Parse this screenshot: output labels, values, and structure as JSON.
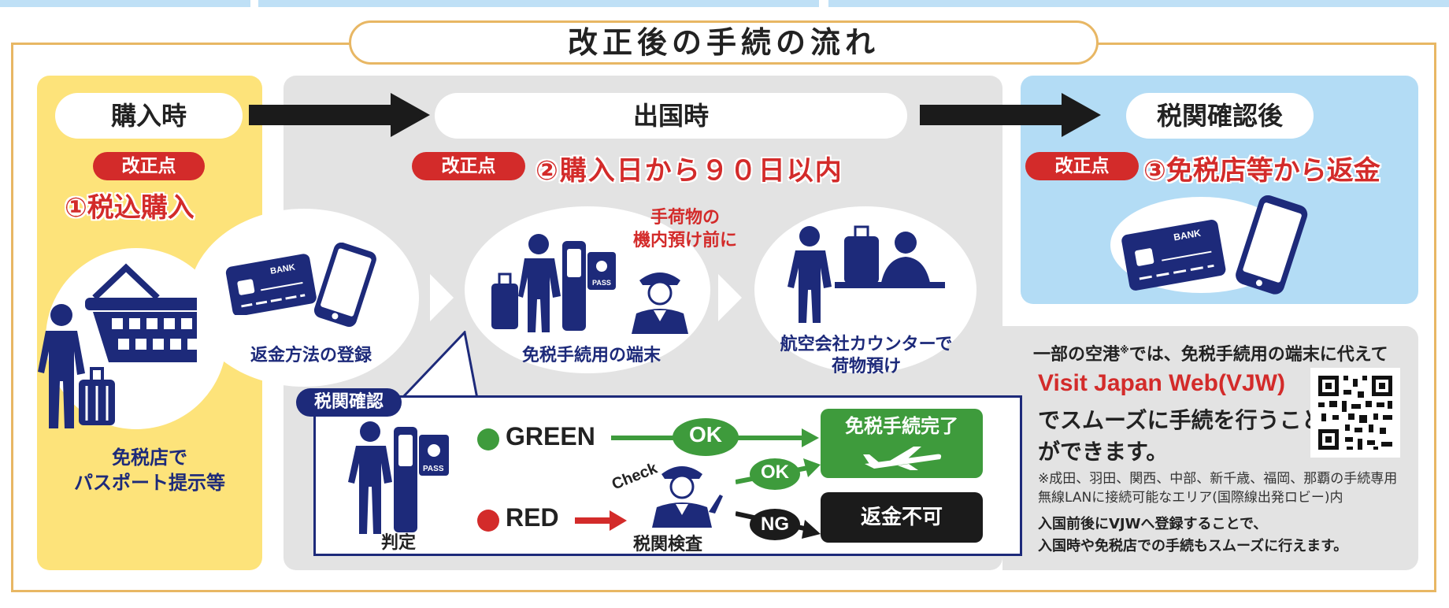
{
  "title": "改正後の手続の流れ",
  "stages": {
    "purchase": {
      "label": "購入時",
      "tag": "改正点",
      "point": "①税込購入"
    },
    "departure": {
      "label": "出国時",
      "tag": "改正点",
      "point": "②購入日から９０日以内"
    },
    "after_customs": {
      "label": "税関確認後",
      "tag": "改正点",
      "point": "③免税店等から返金"
    }
  },
  "purchase_panel": {
    "caption_line1": "免税店で",
    "caption_line2": "パスポート提示等",
    "refund_registration": "返金方法の登録",
    "bank_card_text": "BANK"
  },
  "departure_panel": {
    "kiosk_label": "免税手続用の端末",
    "pass_text": "PASS",
    "before_checkin_line1": "手荷物の",
    "before_checkin_line2": "機内預け前に",
    "counter_label_line1": "航空会社カウンターで",
    "counter_label_line2": "荷物預け"
  },
  "customs_box": {
    "tag": "税関確認",
    "judgement_label": "判定",
    "green_label": "GREEN",
    "red_label": "RED",
    "ok1": "OK",
    "ok2": "OK",
    "ng": "NG",
    "check_text": "Check",
    "inspection_label": "税関検査",
    "complete_label": "免税手続完了",
    "refund_unavailable": "返金不可"
  },
  "after_panel": {
    "bank_card_text": "BANK"
  },
  "vjw_panel": {
    "line1_prefix": "一部の空港",
    "line1_mark": "※",
    "line1_suffix": "では、免税手続用の端末に代えて",
    "vjw_name": "Visit Japan Web(VJW)",
    "line2": "でスムーズに手続を行うこと",
    "line3": "ができます。",
    "note1": "※成田、羽田、関西、中部、新千歳、福岡、那覇の手続専用",
    "note2": "無線LANに接続可能なエリア(国際線出発ロビー)内",
    "note3": "入国前後にVJWへ登録することで、",
    "note4": "入国時や免税店での手続もスムーズに行えます。"
  },
  "colors": {
    "navy": "#1d2a7a",
    "red": "#d32b2a",
    "green": "#3e9b3c",
    "yellow": "#fde37a",
    "blue": "#b3dcf5",
    "gray": "#e3e3e3",
    "frame": "#e8b764"
  }
}
